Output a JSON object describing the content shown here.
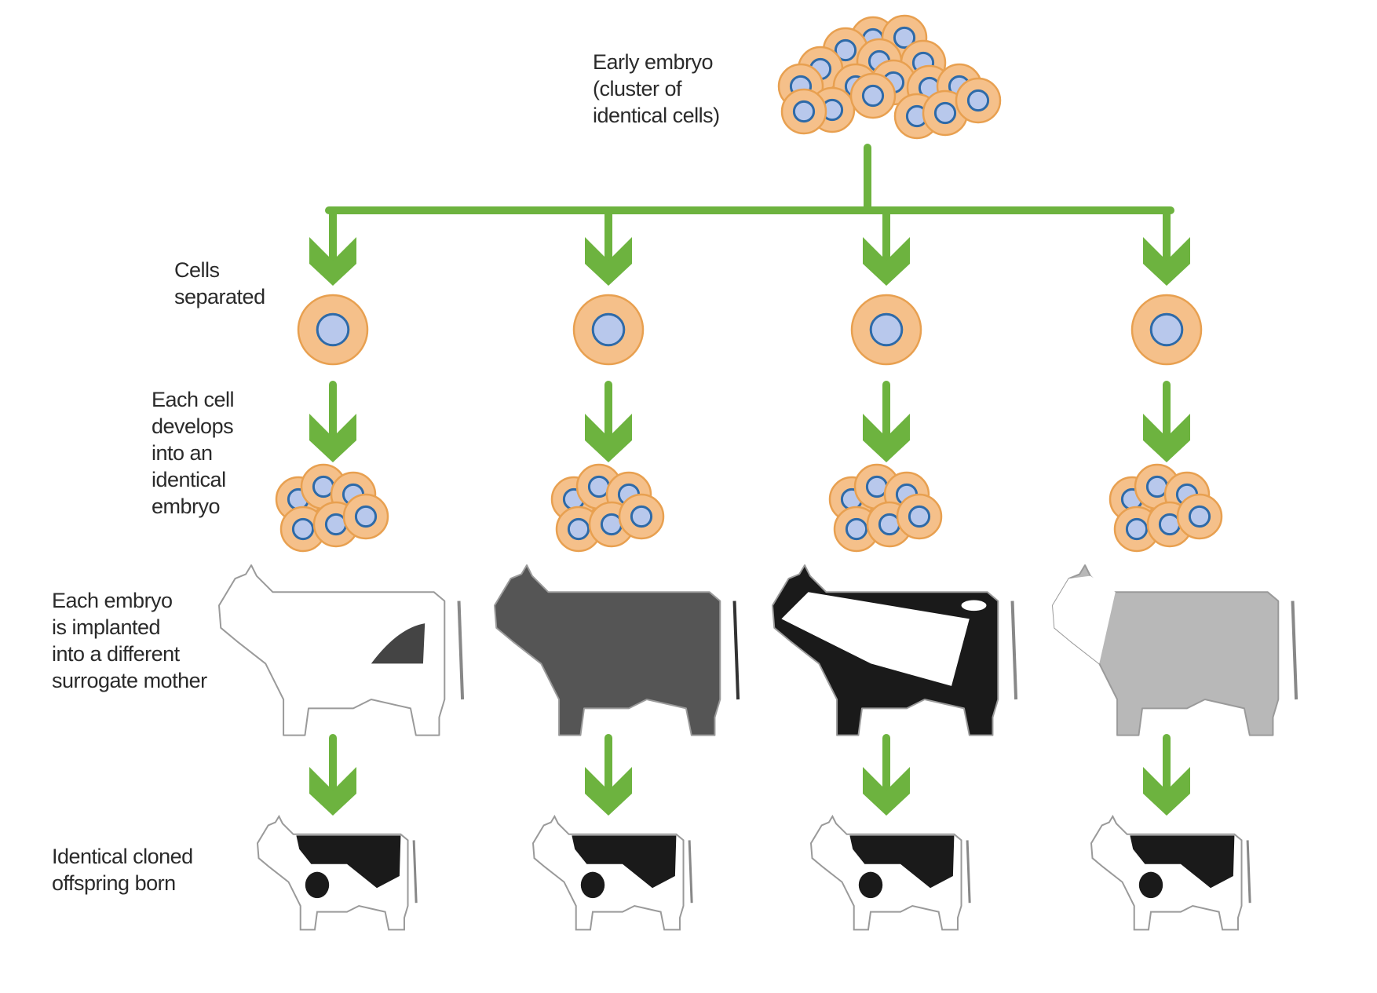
{
  "diagram": {
    "title": "Embryo splitting cloning process",
    "colors": {
      "arrow": "#6DB33F",
      "cell_fill": "#F5C08A",
      "cell_stroke": "#E8A050",
      "nucleus_fill": "#B8C8EC",
      "nucleus_stroke": "#2E6AA8",
      "outline": "#9a9a9a"
    },
    "labels": {
      "early_embryo": [
        "Early embryo",
        "(cluster of",
        "identical cells)"
      ],
      "cells_separated": [
        "Cells",
        "separated"
      ],
      "each_cell_develops": [
        "Each cell",
        "develops",
        "into an",
        "identical",
        "embryo"
      ],
      "each_embryo_implanted": [
        "Each embryo",
        "is implanted",
        "into a different",
        "surrogate mother"
      ],
      "identical_offspring": [
        "Identical cloned",
        "offspring born"
      ]
    },
    "branches": [
      {
        "surrogate": {
          "description": "White cow with small dark patch",
          "body": "#ffffff",
          "patch": "#444444",
          "style": "white-patch"
        }
      },
      {
        "surrogate": {
          "description": "Dark grey cow",
          "body": "#555555",
          "patch": "#555555",
          "style": "solid"
        }
      },
      {
        "surrogate": {
          "description": "Black cow with white markings",
          "body": "#1a1a1a",
          "patch": "#ffffff",
          "style": "black-white"
        }
      },
      {
        "surrogate": {
          "description": "Light grey cow with white face",
          "body": "#b8b8b8",
          "patch": "#ffffff",
          "style": "grey-whiteface"
        }
      }
    ],
    "offspring": {
      "description": "Black and white Holstein calf",
      "count": 4
    }
  }
}
